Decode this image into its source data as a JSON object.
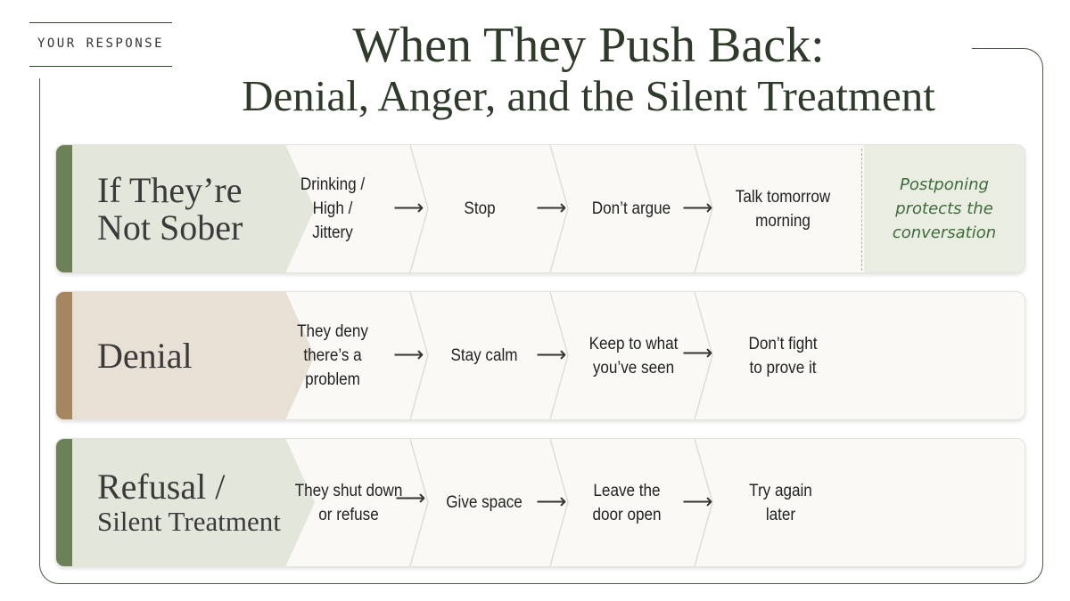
{
  "section_tag": "YOUR RESPONSE",
  "title": {
    "line1": "When They Push Back:",
    "line2": "Denial, Anger, and the Silent Treatment"
  },
  "colors": {
    "title": "#2f3b2a",
    "green_accent": "#6d8159",
    "tan_accent": "#a6865e",
    "label_green_bg": "#e3e6da",
    "label_tan_bg": "#e8e0d4",
    "note_bg": "#e9ede2",
    "note_text": "#3f6b3a"
  },
  "rows": [
    {
      "label_line1": "If They’re",
      "label_line2": "Not Sober",
      "steps": [
        "Drinking /\nHigh /\nJittery",
        "Stop",
        "Don’t argue",
        "Talk tomorrow\nmorning"
      ],
      "note": "Postponing\nprotects the\nconversation"
    },
    {
      "label_line1": "Denial",
      "label_line2": "",
      "steps": [
        "They deny\nthere’s a\nproblem",
        "Stay calm",
        "Keep to what\nyou’ve seen",
        "Don’t fight\nto prove it"
      ]
    },
    {
      "label_line1": "Refusal /",
      "label_line2": "Silent Treatment",
      "steps": [
        "They shut down\nor refuse",
        "Give space",
        "Leave the\ndoor open",
        "Try again\nlater"
      ]
    }
  ],
  "arrow_glyph": "⟶"
}
